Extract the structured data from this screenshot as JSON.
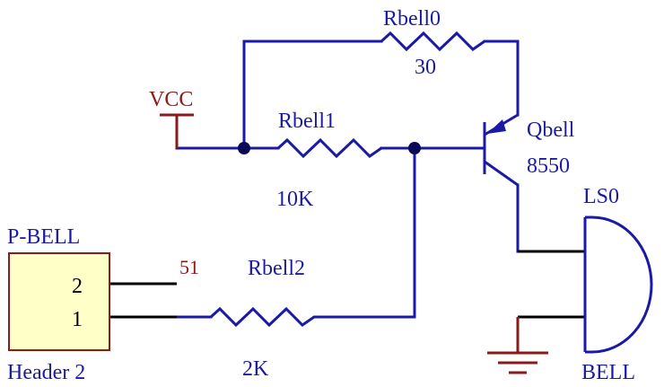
{
  "colors": {
    "wire": "#1a1aa6",
    "pin": "#000000",
    "power": "#8b1a1a",
    "header_fill": "#ffffc8",
    "header_border": "#8b1a1a",
    "junction": "#0a0a55"
  },
  "components": {
    "rbell0": {
      "ref": "Rbell0",
      "value": "30"
    },
    "rbell1": {
      "ref": "Rbell1",
      "value": "10K"
    },
    "rbell2": {
      "ref": "Rbell2",
      "value": "2K"
    },
    "qbell": {
      "ref": "Qbell",
      "value": "8550"
    },
    "ls0": {
      "ref": "LS0",
      "value": "BELL"
    },
    "header": {
      "ref": "P-BELL",
      "value": "Header 2",
      "pin2": "2",
      "pin1": "1"
    }
  },
  "nets": {
    "vcc": "VCC",
    "pin2_net": "51"
  },
  "symbols": {
    "power": "vcc-bar-symbol",
    "ground": "ground-symbol"
  }
}
